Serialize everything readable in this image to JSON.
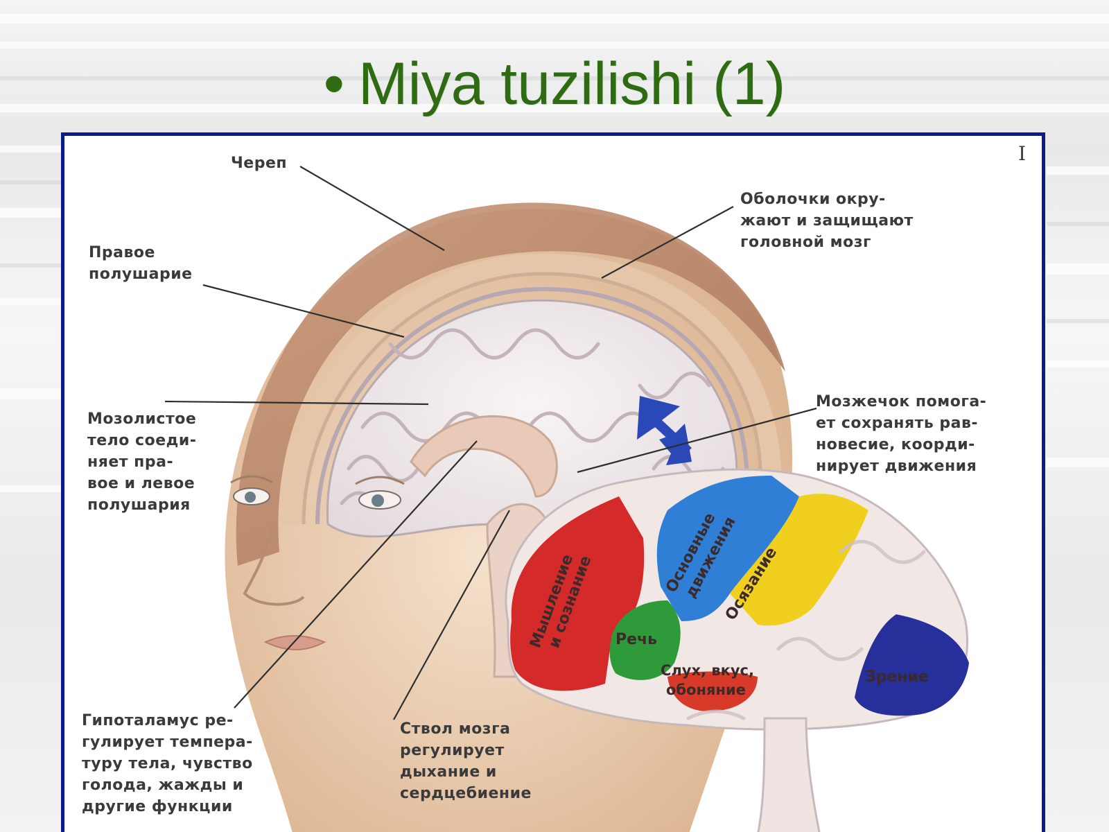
{
  "slide": {
    "bullet": "•",
    "title": "Miya tuzilishi (1)"
  },
  "diagram": {
    "corner_mark": "I",
    "callouts": {
      "skull": "Череп",
      "meninges": "Оболочки окру-\nжают и защищают\nголовной мозг",
      "right_hemisphere": "Правое\nполушарие",
      "corpus_callosum": "Мозолистое\nтело соеди-\nняет пра-\nвое и левое\nполушария",
      "cerebellum": "Мозжечок помога-\nет сохранять рав-\nновесие, коорди-\nнирует движения",
      "hypothalamus": "Гипоталамус ре-\nгулирует темпера-\nтуру тела, чувство\nголода, жажды и\nдругие функции",
      "brainstem": "Ствол мозга\nрегулирует\nдыхание и\nсердцебиение"
    },
    "lobes": {
      "thinking": {
        "line1": "Мышление",
        "line2": "и сознание",
        "color": "#d42a2a"
      },
      "movement": {
        "line1": "Основные",
        "line2": "движения",
        "color": "#2f7fd6"
      },
      "touch": {
        "label": "Осязание",
        "color": "#f0cf1e"
      },
      "speech": {
        "label": "Речь",
        "color": "#2f9a3a"
      },
      "hearing": {
        "line1": "Слух, вкус,",
        "line2": "обоняние",
        "color": "#d83a2a"
      },
      "vision": {
        "label": "Зрение",
        "color": "#262f9a"
      }
    },
    "colors": {
      "frame": "#0c1a8c",
      "title": "#2e6b12",
      "arrow": "#2a48b8",
      "skin": "#ecd2b8",
      "brain": "#f1e8e6"
    }
  }
}
